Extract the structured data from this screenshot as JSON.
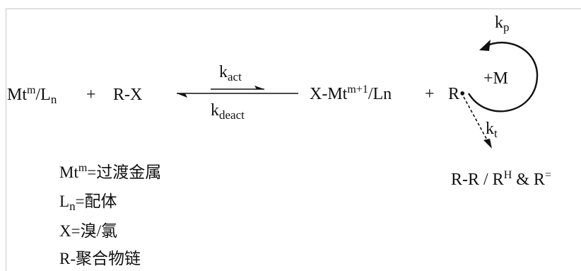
{
  "equation": {
    "left": {
      "catalyst": {
        "base": "Mt",
        "sup": "m",
        "slash": "/",
        "ligand": "L",
        "ligand_sub": "n"
      },
      "plus": "+",
      "initiator": "R-X"
    },
    "forward_rate": {
      "base": "k",
      "sub": "act"
    },
    "reverse_rate": {
      "base": "k",
      "sub": "deact"
    },
    "right": {
      "deactivator": {
        "prefix": "X-Mt",
        "sup": "m+1",
        "suffix": "/Ln"
      },
      "plus": "+",
      "radical": "R•"
    }
  },
  "propagation": {
    "rate": {
      "base": "k",
      "sub": "p"
    },
    "label": "+M"
  },
  "termination": {
    "rate": {
      "base": "k",
      "sub": "t"
    },
    "products": {
      "part1": "R-R / R",
      "sup1": "H",
      "part2": " & R",
      "sup2": "="
    }
  },
  "legend": [
    {
      "base": "Mt",
      "sup": "m",
      "rest": "=过渡金属"
    },
    {
      "base": "L",
      "sub": "n",
      "rest": "=配体"
    },
    {
      "base": "X",
      "rest": "=溴/氯"
    },
    {
      "base": "R-",
      "rest": "聚合物链"
    }
  ]
}
